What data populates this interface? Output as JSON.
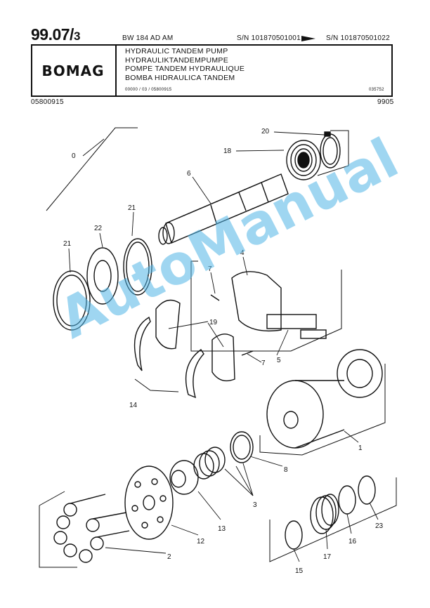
{
  "header": {
    "page_number": "99.07/",
    "page_suffix": "3",
    "model": "BW 184 AD AM",
    "serial_from": "S/N 101870501001",
    "serial_to": "S/N 101870501022",
    "logo": "BOMAG",
    "titles": [
      "HYDRAULIC TANDEM PUMP",
      "HYDRAULIKTANDEMPUMPE",
      "POMPE TANDEM HYDRAULIQUE",
      "BOMBA HIDRAULICA TANDEM"
    ],
    "doc_ref": "00000 / 03 / 05800915",
    "drawing_no": "035752",
    "order_no": "05800915",
    "date_code": "9905"
  },
  "callouts": [
    "0",
    "20",
    "18",
    "6",
    "21",
    "22",
    "21",
    "4",
    "7",
    "19",
    "7",
    "5",
    "14",
    "1",
    "8",
    "3",
    "13",
    "12",
    "2",
    "23",
    "16",
    "17",
    "15"
  ],
  "watermark": "AutoManual",
  "colors": {
    "ink": "#111111",
    "watermark": "#50b4e6"
  }
}
